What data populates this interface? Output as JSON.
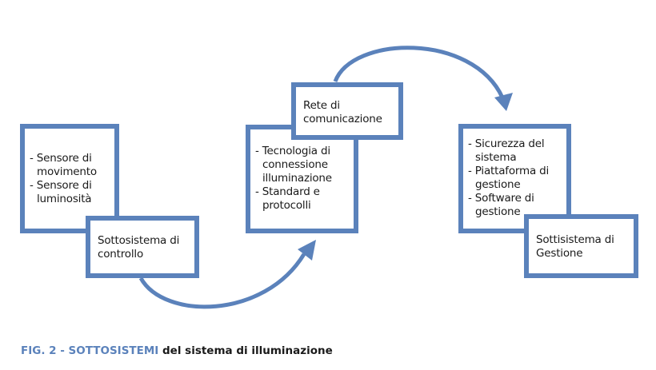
{
  "colors": {
    "accent": "#5b82bb",
    "text": "#1a1a1a",
    "background": "#ffffff"
  },
  "groups": [
    {
      "detail_items": [
        "- Sensore di movimento",
        "- Sensore di luminosità"
      ],
      "title": "Sottosistema di controllo"
    },
    {
      "detail_items": [
        "- Tecnologia di connessione illuminazione",
        "- Standard e protocolli"
      ],
      "title": "Rete di comunicazione"
    },
    {
      "detail_items": [
        "- Sicurezza del sistema",
        "- Piattaforma di gestione",
        "- Software di gestione"
      ],
      "title": "Sottisistema di Gestione"
    }
  ],
  "arrows": [
    {
      "from": "Sottosistema di controllo",
      "to": "Rete di comunicazione"
    },
    {
      "from": "Rete di comunicazione",
      "to": "Sottisistema di Gestione"
    }
  ],
  "caption": {
    "label": "FIG. 2 - SOTTOSISTEMI",
    "text": " del sistema di illuminazione"
  }
}
